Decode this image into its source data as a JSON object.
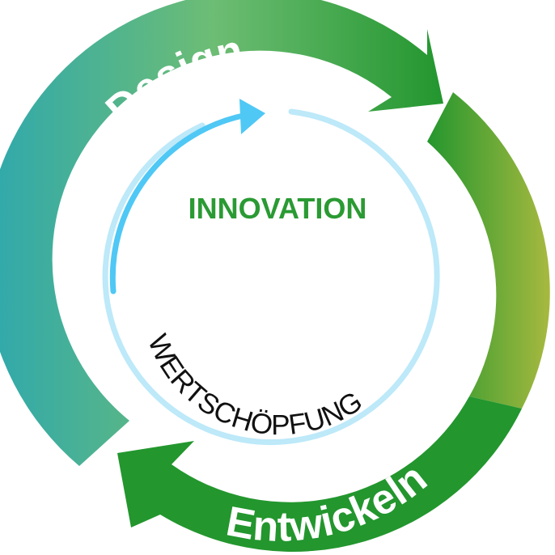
{
  "diagram": {
    "outer_cycle": {
      "top_label": "Design",
      "bottom_label": "Entwickeln"
    },
    "center": {
      "title": "INNOVATION",
      "subtitle": "WERTSCHÖPFUNG"
    },
    "colors": {
      "green_dark": "#23962e",
      "green_light": "#6dbd74",
      "teal": "#2ea8ae",
      "olive": "#a7b93f",
      "blue_arrow": "#4fc8f5",
      "blue_light": "#bde9f9",
      "title_green": "#2a9a33"
    }
  }
}
